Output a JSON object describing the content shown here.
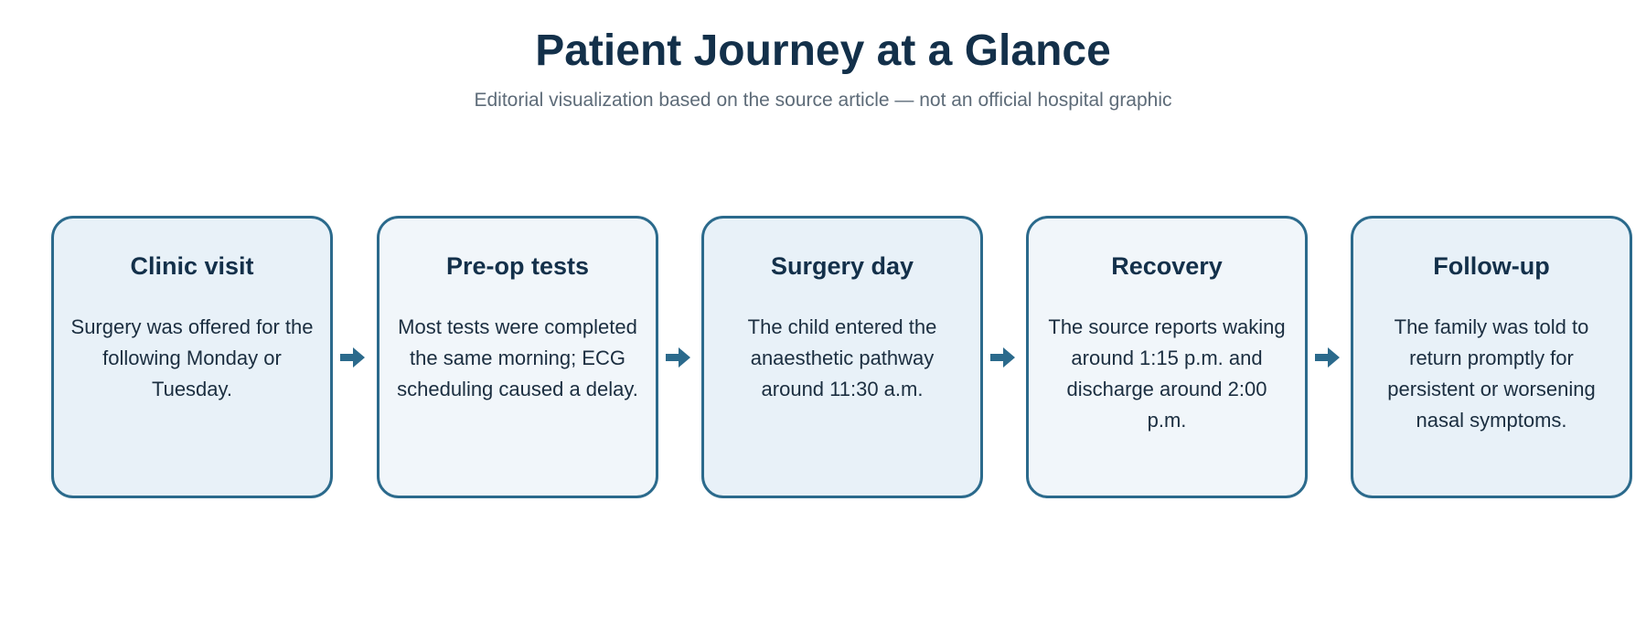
{
  "header": {
    "title": "Patient Journey at a Glance",
    "subtitle": "Editorial visualization based on the source article — not an official hospital graphic"
  },
  "colors": {
    "title": "#13304a",
    "subtitle": "#5d6b78",
    "card_border": "#2b6a8c",
    "card_fill_a": "#e8f1f8",
    "card_fill_b": "#f1f6fa",
    "arrow": "#2b6a8c"
  },
  "steps": [
    {
      "title": "Clinic visit",
      "body": "Surgery was offered for the following Monday or Tuesday."
    },
    {
      "title": "Pre-op tests",
      "body": "Most tests were completed the same morning; ECG scheduling caused a delay."
    },
    {
      "title": "Surgery day",
      "body": "The child entered the anaesthetic pathway around 11:30 a.m."
    },
    {
      "title": "Recovery",
      "body": "The source reports waking around 1:15 p.m. and discharge around 2:00 p.m."
    },
    {
      "title": "Follow-up",
      "body": "The family was told to return promptly for persistent or worsening nasal symptoms."
    }
  ],
  "connector_icon": "right-arrow-icon"
}
